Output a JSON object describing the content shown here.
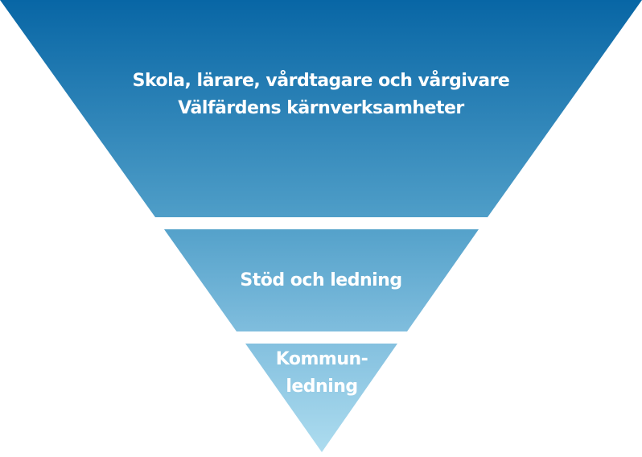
{
  "tiers": [
    {
      "lines": [
        "Skola, lärare, vårdtagare och vårgivare",
        "Välfärdens kärnverksamheter"
      ]
    },
    {
      "lines": [
        "Stöd och ledning"
      ]
    },
    {
      "lines": [
        "Kommun-",
        "ledning"
      ]
    }
  ],
  "colors": {
    "top": "#0866a5",
    "bottom": "#addcef"
  }
}
